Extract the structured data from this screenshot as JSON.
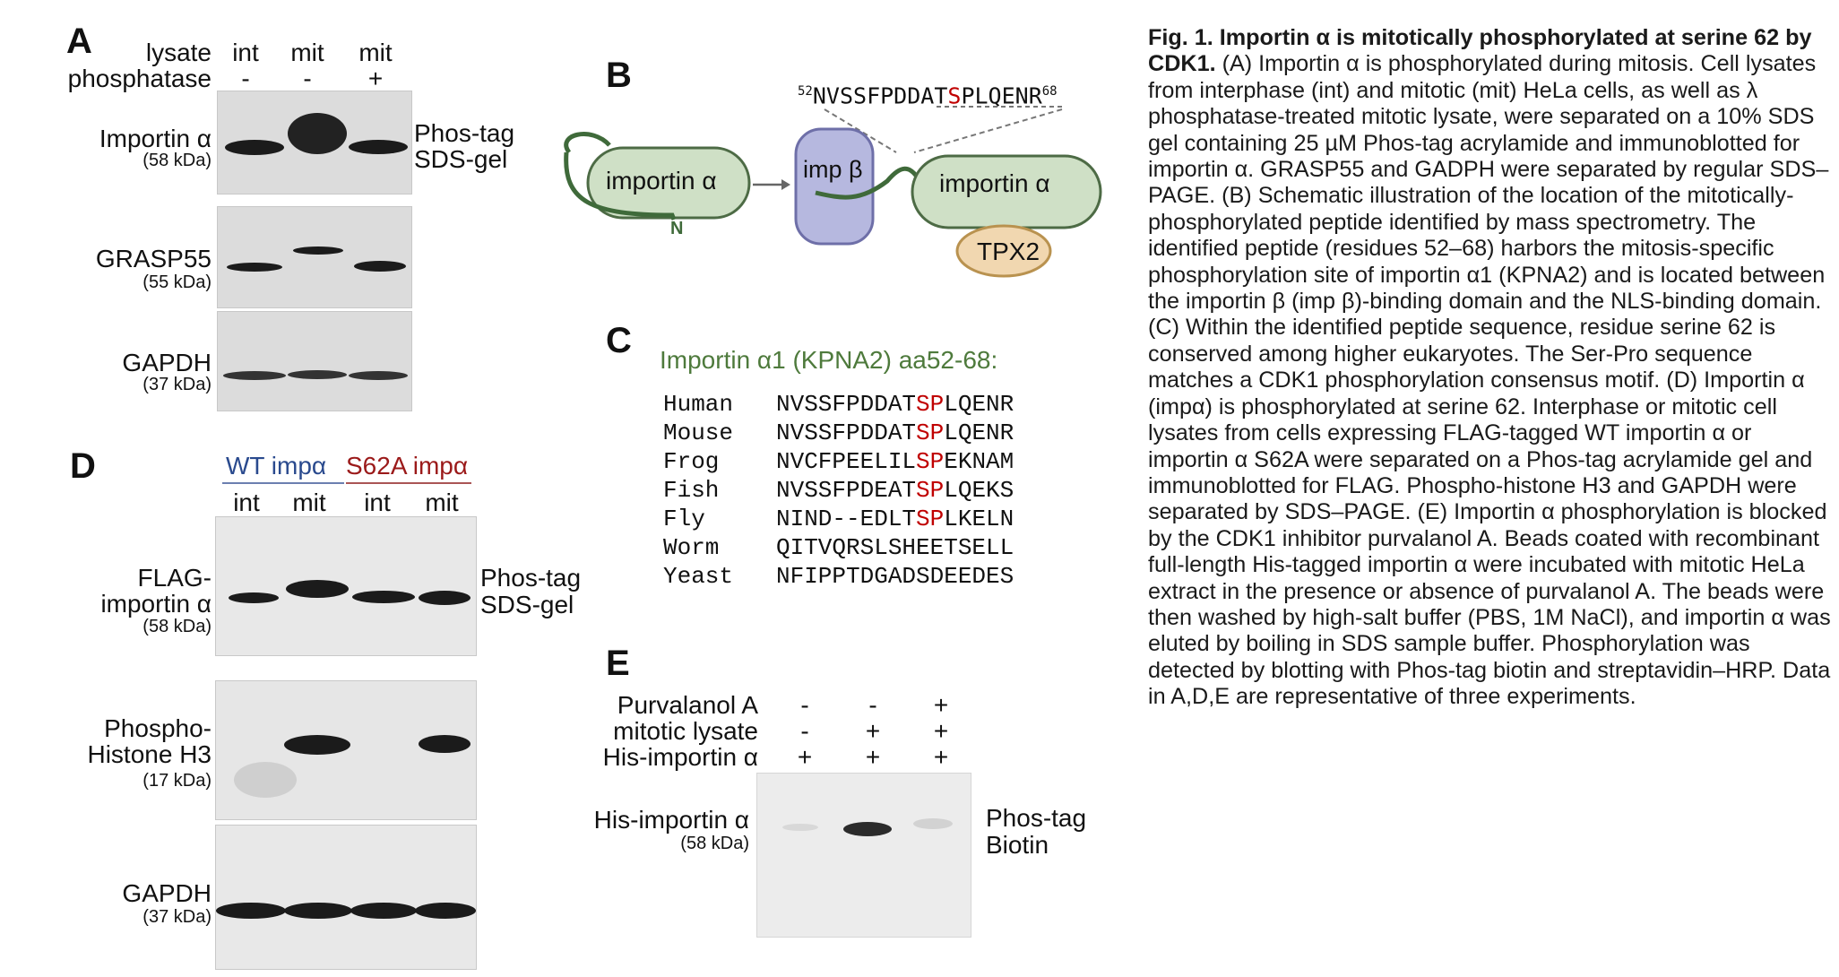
{
  "panelA": {
    "letter": "A",
    "row1_label": "lysate",
    "row2_label": "phosphatase",
    "lanes": [
      "int",
      "mit",
      "mit"
    ],
    "treat": [
      "-",
      "-",
      "+"
    ],
    "blots": [
      {
        "name": "Importin α",
        "kda": "(58 kDa)"
      },
      {
        "name": "GRASP55",
        "kda": "(55 kDa)"
      },
      {
        "name": "GAPDH",
        "kda": "(37 kDa)"
      }
    ],
    "side_label_1": "Phos-tag",
    "side_label_2": "SDS-gel"
  },
  "panelB": {
    "letter": "B",
    "peptide_start": "52",
    "peptide_pre": "NVSSFPDDAT",
    "peptide_site": "S",
    "peptide_post": "PLQENR",
    "peptide_end": "68",
    "left_domain": "importin α",
    "n_term": "N",
    "imp_beta": "imp β",
    "right_domain": "importin α",
    "tpx2": "TPX2"
  },
  "panelC": {
    "letter": "C",
    "title": "Importin α1 (KPNA2) aa52-68:",
    "rows": [
      {
        "species": "Human",
        "pre": "NVSSFPDDAT",
        "site": "SP",
        "post": "LQENR"
      },
      {
        "species": "Mouse",
        "pre": "NVSSFPDDAT",
        "site": "SP",
        "post": "LQENR"
      },
      {
        "species": "Frog",
        "pre": "NVCFPEELIL",
        "site": "SP",
        "post": "EKNAM"
      },
      {
        "species": "Fish",
        "pre": "NVSSFPDEAT",
        "site": "SP",
        "post": "LQEKS"
      },
      {
        "species": "Fly",
        "pre": "NIND--EDLT",
        "site": "SP",
        "post": "LKELN"
      },
      {
        "species": "Worm",
        "pre": "QITVQRSLSHEETSELL",
        "site": "",
        "post": ""
      },
      {
        "species": "Yeast",
        "pre": "NFIPPTDGADSDEEDES",
        "site": "",
        "post": ""
      }
    ]
  },
  "panelD": {
    "letter": "D",
    "group_wt": "WT impα",
    "group_mut": "S62A impα",
    "lanes": [
      "int",
      "mit",
      "int",
      "mit"
    ],
    "blots": [
      {
        "name1": "FLAG-",
        "name2": "importin α",
        "kda": "(58 kDa)"
      },
      {
        "name1": "Phospho-",
        "name2": "Histone H3",
        "kda": "(17 kDa)"
      },
      {
        "name1": "",
        "name2": "GAPDH",
        "kda": "(37 kDa)"
      }
    ],
    "side_label_1": "Phos-tag",
    "side_label_2": "SDS-gel"
  },
  "panelE": {
    "letter": "E",
    "rows": [
      {
        "label": "Purvalanol A",
        "signs": [
          "-",
          "-",
          "+"
        ]
      },
      {
        "label": "mitotic lysate",
        "signs": [
          "-",
          "+",
          "+"
        ]
      },
      {
        "label": "His-importin α",
        "signs": [
          "+",
          "+",
          "+"
        ]
      }
    ],
    "blot_name": "His-importin α",
    "blot_kda": "(58 kDa)",
    "side_label_1": "Phos-tag",
    "side_label_2": "Biotin"
  },
  "caption": {
    "title": "Fig. 1. Importin α is mitotically phosphorylated at serine 62 by CDK1.",
    "body": "(A) Importin α is phosphorylated during mitosis. Cell lysates from interphase (int) and mitotic (mit) HeLa cells, as well as λ phosphatase-treated mitotic lysate, were separated on a 10% SDS gel containing 25 µM Phos-tag acrylamide and immunoblotted for importin α. GRASP55 and GADPH were separated by regular SDS–PAGE. (B) Schematic illustration of the location of the mitotically-phosphorylated peptide identified by mass spectrometry. The identified peptide (residues 52–68) harbors the mitosis-specific phosphorylation site of importin α1 (KPNA2) and is located between the importin β (imp β)-binding domain and the NLS-binding domain. (C) Within the identified peptide sequence, residue serine 62 is conserved among higher eukaryotes. The Ser-Pro sequence matches a CDK1 phosphorylation consensus motif. (D) Importin α (impα) is phosphorylated at serine 62. Interphase or mitotic cell lysates from cells expressing FLAG-tagged WT importin α or importin α S62A were separated on a Phos-tag acrylamide gel and immunoblotted for FLAG. Phospho-histone H3 and GAPDH were separated by SDS–PAGE. (E) Importin α phosphorylation is blocked by the CDK1 inhibitor purvalanol A. Beads coated with recombinant full-length His-tagged importin α were incubated with mitotic HeLa extract in the presence or absence of purvalanol A. The beads were then washed by high-salt buffer (PBS, 1M NaCl), and importin α was eluted by boiling in SDS sample buffer. Phosphorylation was detected by blotting with Phos-tag biotin and streptavidin–HRP. Data in A,D,E are representative of three experiments."
  }
}
